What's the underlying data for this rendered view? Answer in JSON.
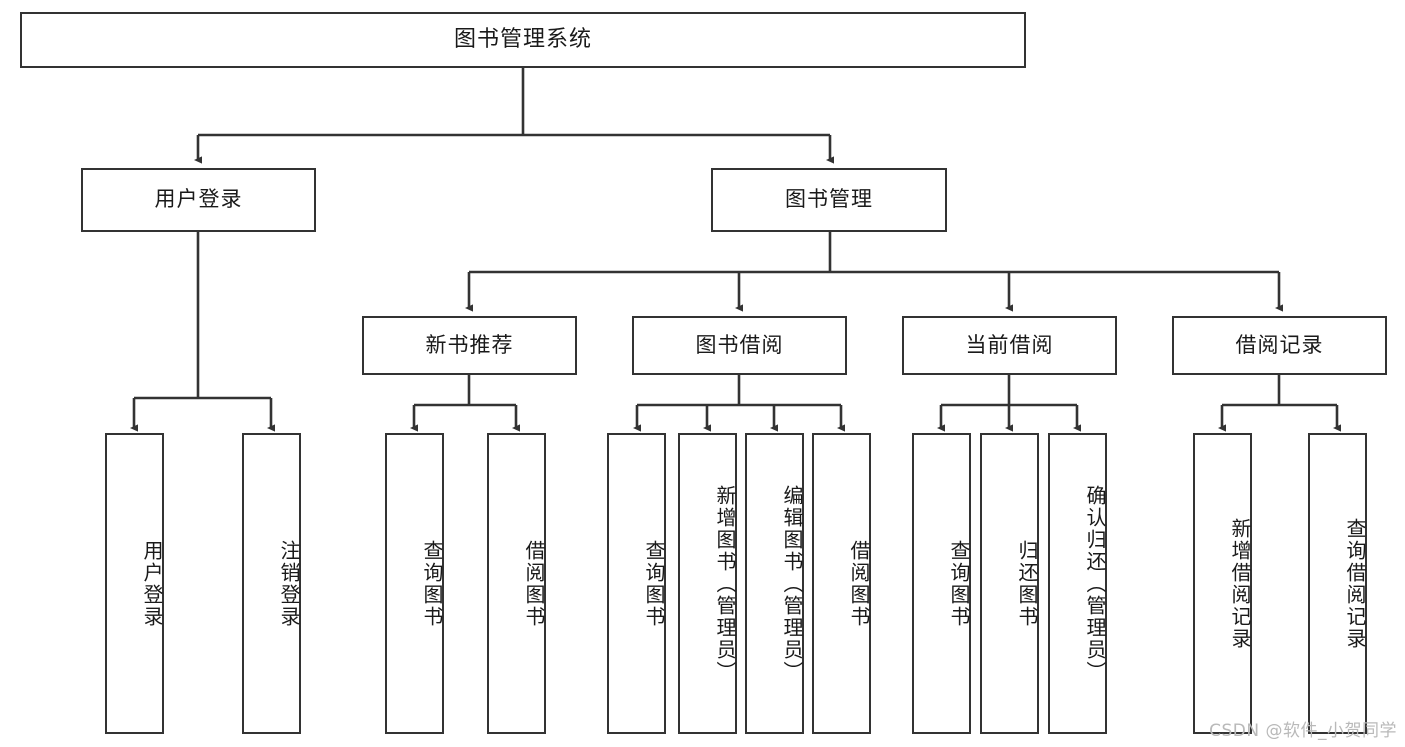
{
  "diagram": {
    "title": "图书管理系统",
    "type": "功能结构图",
    "watermark": "CSDN @软件_小贺同学",
    "colors": {
      "box_border": "#333333",
      "box_fill": "#ffffff",
      "edge": "#333333",
      "text": "#1a1a1a",
      "watermark": "#b9b9b9"
    },
    "levels": {
      "root": {
        "label": "图书管理系统"
      },
      "level2": [
        {
          "label": "用户登录"
        },
        {
          "label": "图书管理"
        }
      ],
      "level3": [
        {
          "label": "新书推荐"
        },
        {
          "label": "图书借阅"
        },
        {
          "label": "当前借阅"
        },
        {
          "label": "借阅记录"
        }
      ],
      "leaves": {
        "user_login": [
          {
            "label": "用户登录"
          },
          {
            "label": "注销登录"
          }
        ],
        "new_book_recommend": [
          {
            "label": "查询图书"
          },
          {
            "label": "借阅图书"
          }
        ],
        "book_borrow": [
          {
            "label": "查询图书"
          },
          {
            "label": "新增图书（管理员）"
          },
          {
            "label": "编辑图书（管理员）"
          },
          {
            "label": "借阅图书"
          }
        ],
        "current_borrow": [
          {
            "label": "查询图书"
          },
          {
            "label": "归还图书"
          },
          {
            "label": "确认归还（管理员）"
          }
        ],
        "borrow_record": [
          {
            "label": "新增借阅记录"
          },
          {
            "label": "查询借阅记录"
          }
        ]
      }
    }
  }
}
